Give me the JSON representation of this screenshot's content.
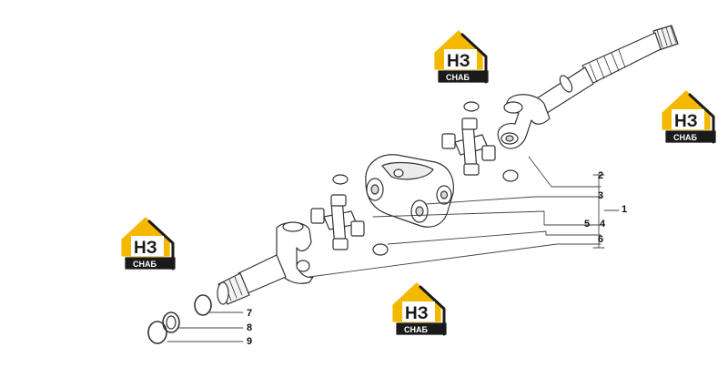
{
  "watermark": {
    "text_top": "НЗ",
    "text_bottom": "СНАБ",
    "color_primary": "#f5b800",
    "color_dark": "#1a1a1a"
  },
  "callouts": {
    "n1": "1",
    "n2": "2",
    "n3": "3",
    "n4": "4",
    "n5": "5",
    "n6": "6",
    "n7": "7",
    "n8": "8",
    "n9": "9"
  },
  "colors": {
    "line": "#333333",
    "fill": "#ffffff",
    "shade": "#d9d9d9"
  }
}
